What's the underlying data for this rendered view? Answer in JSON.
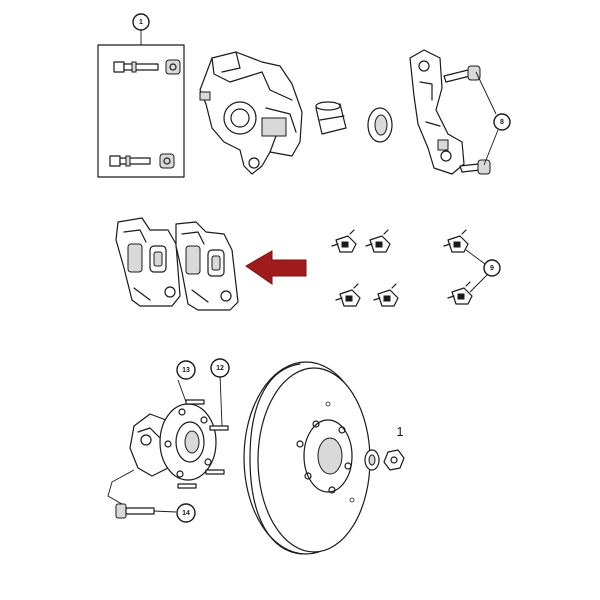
{
  "callouts": [
    {
      "id": "1",
      "label": "1"
    },
    {
      "id": "8",
      "label": "8"
    },
    {
      "id": "9",
      "label": "9"
    },
    {
      "id": "13",
      "label": "13"
    },
    {
      "id": "12",
      "label": "12"
    },
    {
      "id": "14",
      "label": "14"
    }
  ],
  "rotor_label": "1",
  "colors": {
    "line": "#1a1a1a",
    "arrow": "#a01c1c",
    "background": "#ffffff"
  },
  "icons": {
    "arrow": "arrow-left-icon"
  }
}
